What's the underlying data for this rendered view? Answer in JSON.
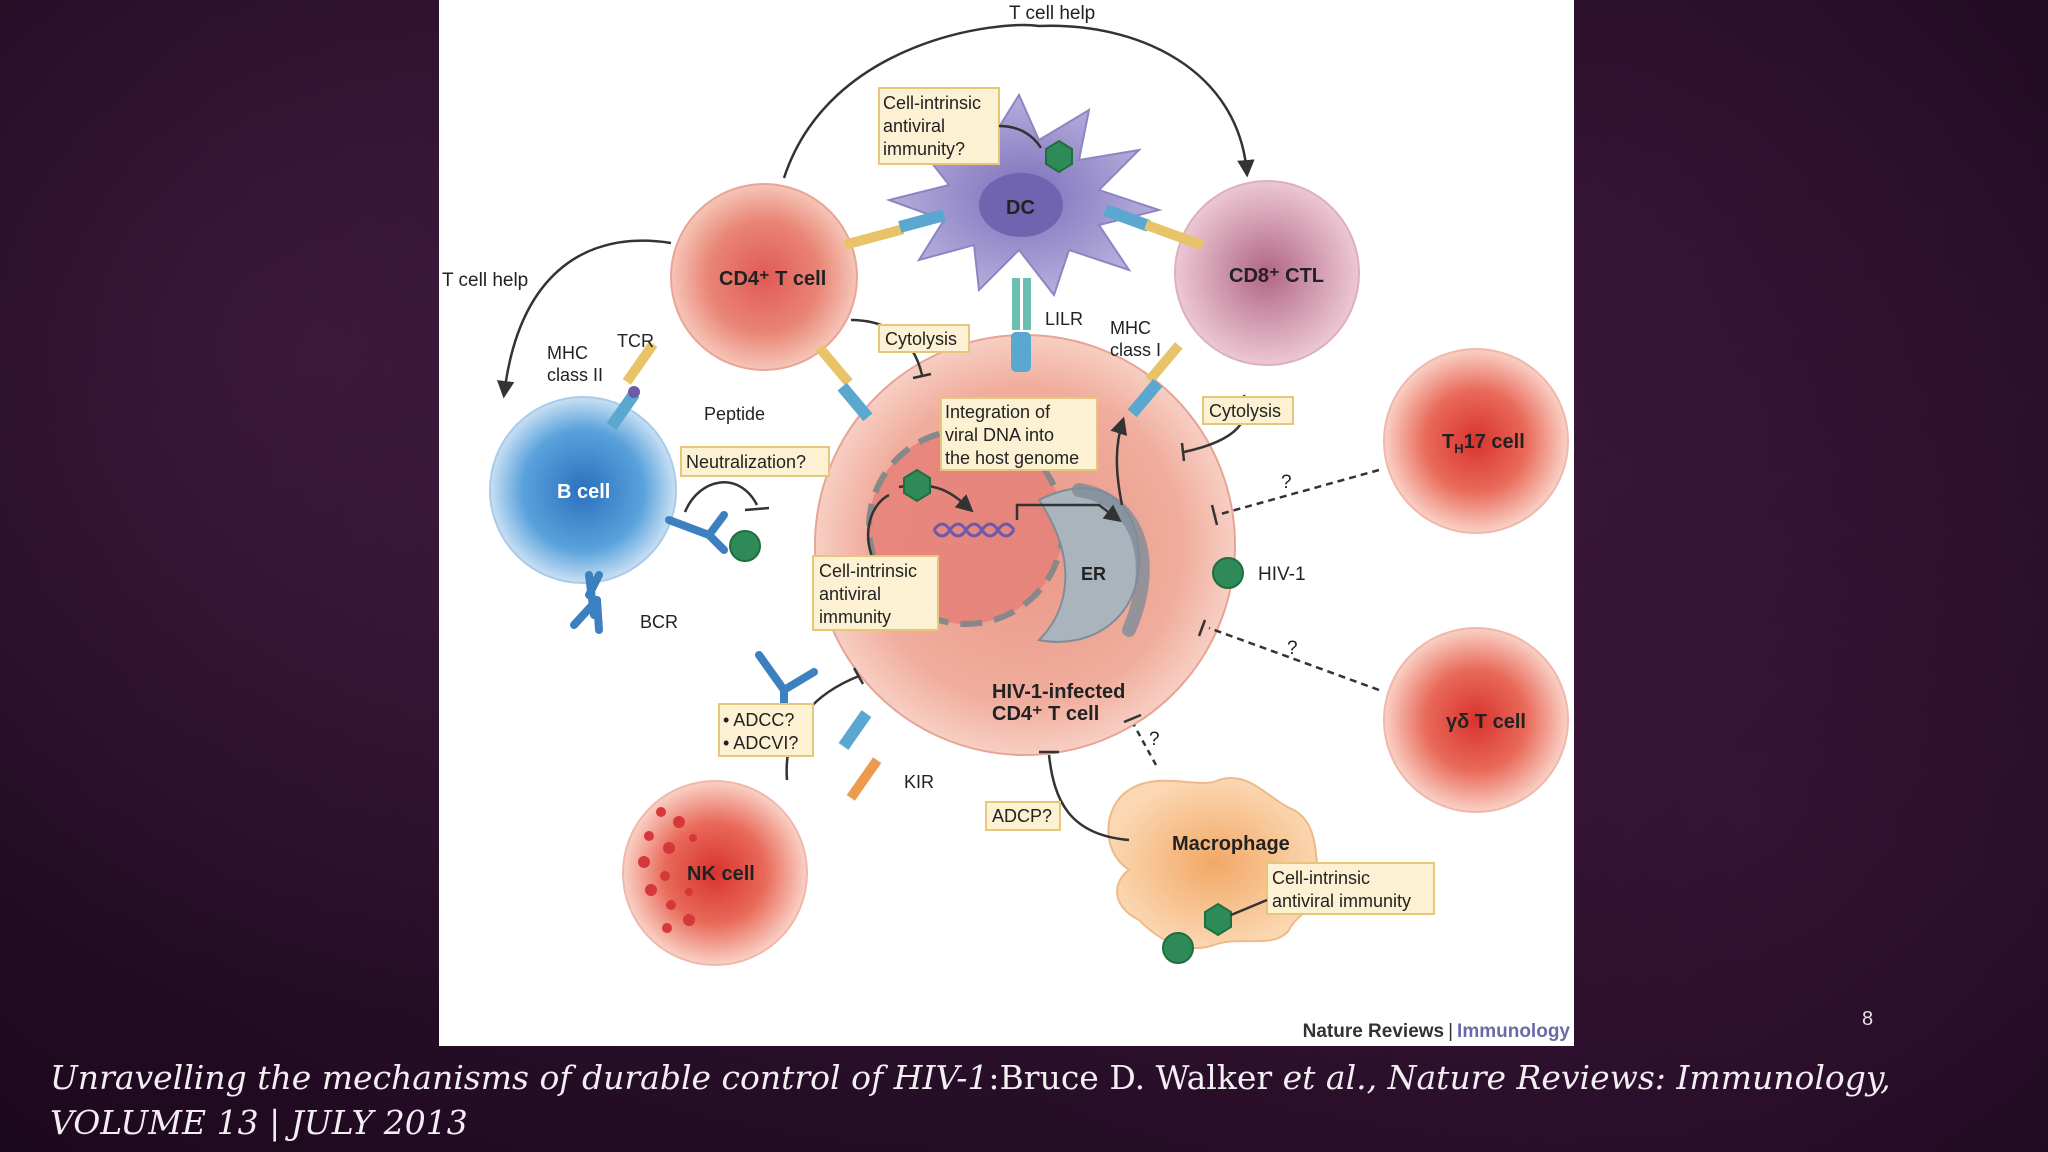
{
  "figure": {
    "labels": {
      "t_cell_help_top": "T cell help",
      "t_cell_help_left": "T cell help",
      "cd4_t_cell": "CD4⁺ T cell",
      "dc": "DC",
      "cd8_ctl": "CD8⁺ CTL",
      "b_cell": "B cell",
      "th17_prefix": "T",
      "th17_sub": "H",
      "th17_suffix": "17 cell",
      "gd_t_cell": "γδ T cell",
      "nk_cell": "NK cell",
      "macrophage": "Macrophage",
      "infected_line1": "HIV-1-infected",
      "infected_line2": "CD4⁺ T cell",
      "er": "ER",
      "hiv1": "HIV-1",
      "tcr": "TCR",
      "mhc_class_ii_line1": "MHC",
      "mhc_class_ii_line2": "class II",
      "peptide": "Peptide",
      "bcr": "BCR",
      "lilr": "LILR",
      "mhc_class_i_line1": "MHC",
      "mhc_class_i_line2": "class I",
      "kir": "KIR",
      "question_mark_th17": "?",
      "question_mark_gd": "?",
      "question_mark_mac": "?"
    },
    "boxes": {
      "dc_intrinsic": [
        "Cell-intrinsic",
        "antiviral",
        "immunity?"
      ],
      "cytolysis_cd4": [
        "Cytolysis"
      ],
      "cytolysis_cd8": [
        "Cytolysis"
      ],
      "integration": [
        "Integration of",
        "viral DNA into",
        "the host genome"
      ],
      "neutralization": [
        "Neutralization?"
      ],
      "cell_intrinsic": [
        "Cell-intrinsic",
        "antiviral",
        "immunity"
      ],
      "adcc": [
        "• ADCC?",
        "• ADCVI?"
      ],
      "adcp": [
        "ADCP?"
      ],
      "macrophage_intrinsic": [
        "Cell-intrinsic",
        "antiviral immunity"
      ]
    },
    "credit": {
      "publisher": "Nature Reviews",
      "separator": "|",
      "journal": "Immunology"
    },
    "colors": {
      "box_fill": "#fdf1d4",
      "box_stroke": "#e6c67a",
      "cd4_cell": "#e8897a",
      "dc_cell": "#8f82c4",
      "cd8_cell": "#c47d97",
      "b_cell": "#3f8fd0",
      "virus": "#2e8b57"
    }
  },
  "slide": {
    "number": "8",
    "caption": {
      "title_italic": "Unravelling the mechanisms of durable control of HIV-1",
      "authors_prefix": ":Bruce D. Walker ",
      "etal_italic": "et al., Nature Reviews: Immunology, VOLUME 13 | JULY 2013"
    }
  }
}
